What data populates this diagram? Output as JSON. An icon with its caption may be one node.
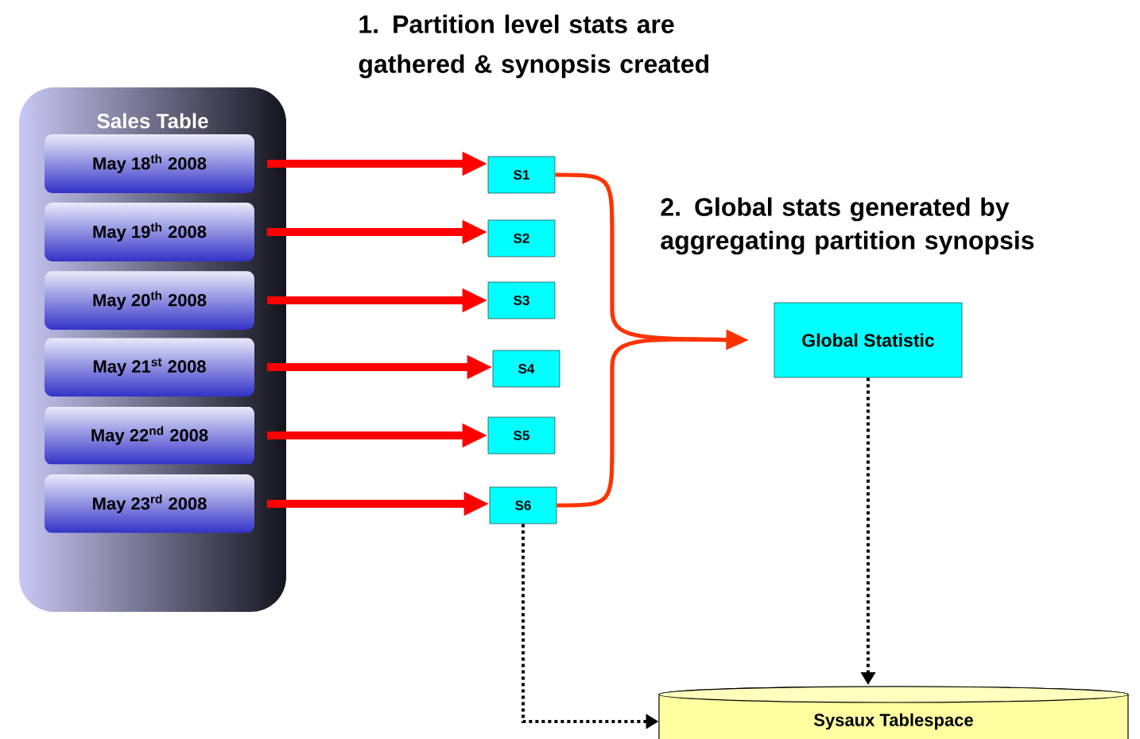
{
  "diagram": {
    "nodes": [
      {
        "text": [
          "Sales Table"
        ]
      },
      {
        "text": [
          "May 18$^{th}$ 2008"
        ],
        "in": 0
      },
      {
        "text": [
          "May 19$^{th}$ 2008"
        ],
        "in": 0
      },
      {
        "text": [
          "May 20$^{th}$ 2008"
        ],
        "in": 0
      },
      {
        "text": [
          "May 21$^{st}$ 2008"
        ],
        "in": 0
      },
      {
        "text": [
          "May 22$^{nd}$ 2008"
        ],
        "in": 0
      },
      {
        "text": [
          "May 23$^{rd}$ 2008"
        ],
        "in": 0
      },
      {
        "text": [
          "S1"
        ]
      },
      {
        "text": [
          "S2"
        ]
      },
      {
        "text": [
          "S3"
        ]
      },
      {
        "text": [
          "S4"
        ]
      },
      {
        "text": [
          "S5"
        ]
      },
      {
        "text": [
          "S6"
        ]
      },
      {
        "text": [
          "Global Statistic"
        ]
      },
      {
        "text": [
          "Sysaux Tablespace"
        ]
      }
    ],
    "edges": [
      {
        "from": 1,
        "to": 7,
        "arrow": "to"
      },
      {
        "from": 2,
        "to": 8,
        "arrow": "to"
      },
      {
        "from": 3,
        "to": 9,
        "arrow": "to"
      },
      {
        "from": 4,
        "to": 10,
        "arrow": "to"
      },
      {
        "from": 5,
        "to": 11,
        "arrow": "to"
      },
      {
        "from": 6,
        "to": 12,
        "arrow": "to"
      },
      {
        "from": 7,
        "to": 13,
        "arrow": "to",
        "color": "#ff3300"
      },
      {
        "from": 12,
        "to": 13,
        "arrow": "to",
        "color": "#ff3300"
      },
      {
        "from": 13,
        "to": 14,
        "arrow": "to",
        "style": "dashed",
        "color": "#000000"
      },
      {
        "from": 12,
        "to": 14,
        "arrow": "to",
        "style": "dashed",
        "color": "#000000"
      }
    ],
    "labels": [
      "1. Partition level stats are gathered & synopsis created",
      "2. Global stats generated by aggregating partition synopsis"
    ]
  }
}
